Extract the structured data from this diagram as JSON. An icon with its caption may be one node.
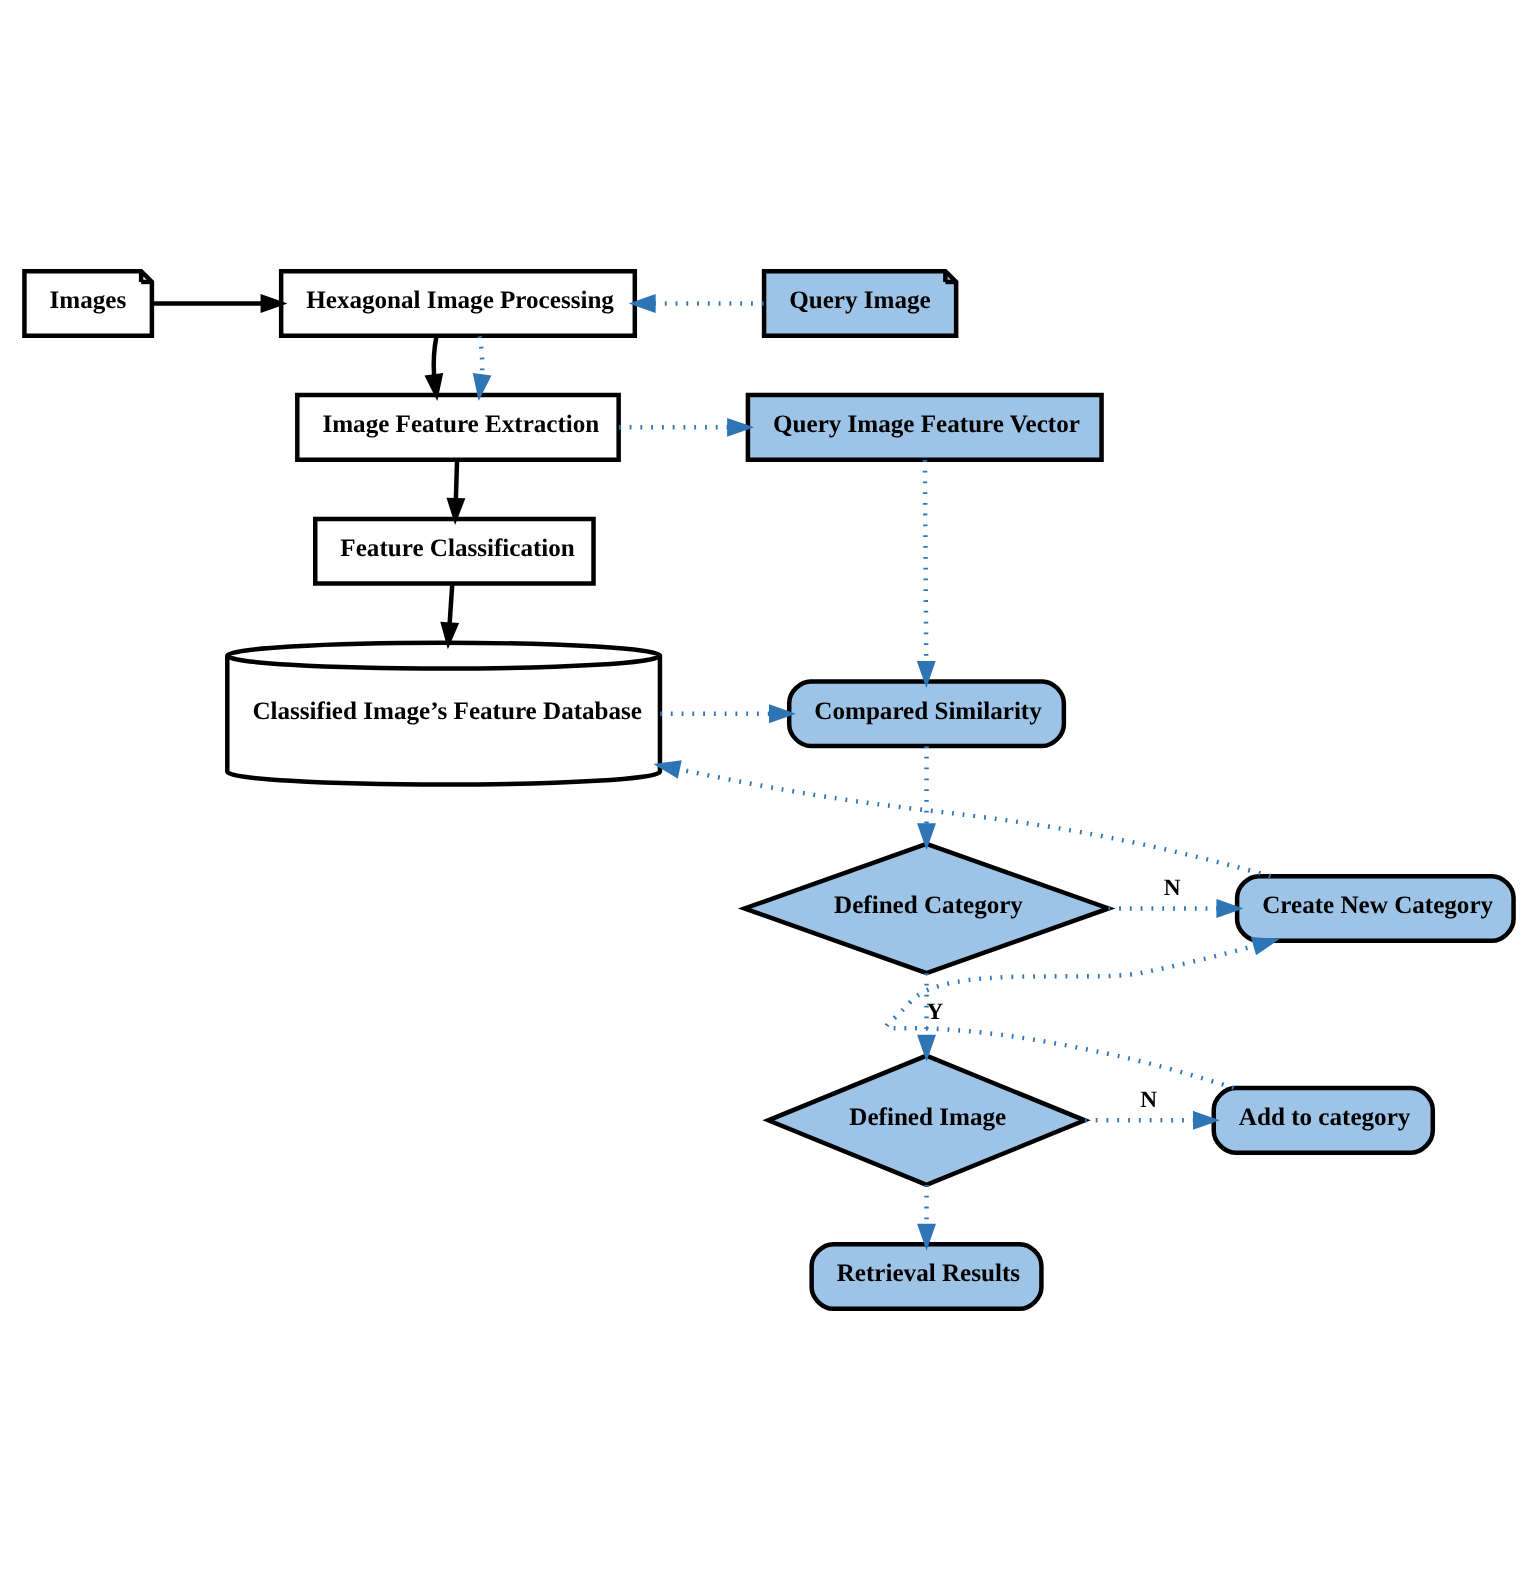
{
  "diagram": {
    "nodes": [
      {
        "text": [
          "Images"
        ]
      },
      {
        "text": [
          "Hexagonal Image Processing"
        ]
      },
      {
        "text": [
          "Query Image"
        ]
      },
      {
        "text": [
          "Image Feature Extraction"
        ]
      },
      {
        "text": [
          "Query Image Feature Vector"
        ]
      },
      {
        "text": [
          "Feature Classification"
        ]
      },
      {
        "text": [
          "Classified Image’s Feature Database"
        ]
      },
      {
        "text": [
          "Compared Similarity"
        ]
      },
      {
        "text": [
          "Create New Category"
        ]
      },
      {
        "text": [
          "Defined Category"
        ]
      },
      {
        "text": [
          "Add to category"
        ]
      },
      {
        "text": [
          "Defined Image"
        ]
      },
      {
        "text": [
          "Retrieval Results"
        ]
      }
    ],
    "edges": [
      {
        "from": 0,
        "to": 1,
        "arrow": "to",
        "color": "#000000"
      },
      {
        "from": 2,
        "to": 1,
        "arrow": "to",
        "style": "dashed"
      },
      {
        "from": 1,
        "to": 3,
        "arrow": "to",
        "color": "#000000"
      },
      {
        "from": 1,
        "to": 3,
        "arrow": "to",
        "style": "dashed"
      },
      {
        "from": 3,
        "to": 4,
        "arrow": "to",
        "style": "dashed"
      },
      {
        "from": 3,
        "to": 5,
        "arrow": "to",
        "color": "#000000"
      },
      {
        "from": 5,
        "to": 6,
        "arrow": "to",
        "color": "#000000"
      },
      {
        "from": 4,
        "to": 7,
        "arrow": "to",
        "style": "dashed"
      },
      {
        "from": 6,
        "to": 7,
        "arrow": "to",
        "style": "dashed"
      },
      {
        "from": 7,
        "to": 9,
        "arrow": "to",
        "style": "dashed"
      },
      {
        "from": 9,
        "to": 8,
        "arrow": "to",
        "style": "dashed",
        "label": "N"
      },
      {
        "from": 9,
        "to": 11,
        "arrow": "to",
        "style": "dashed",
        "label": "Y"
      },
      {
        "from": 11,
        "to": 10,
        "arrow": "to",
        "style": "dashed",
        "label": "N"
      },
      {
        "from": 10,
        "to": 8,
        "arrow": "to",
        "style": "dashed"
      },
      {
        "from": 8,
        "to": 6,
        "arrow": "to",
        "style": "dashed"
      },
      {
        "from": 11,
        "to": 12,
        "arrow": "to",
        "style": "dashed"
      }
    ]
  }
}
